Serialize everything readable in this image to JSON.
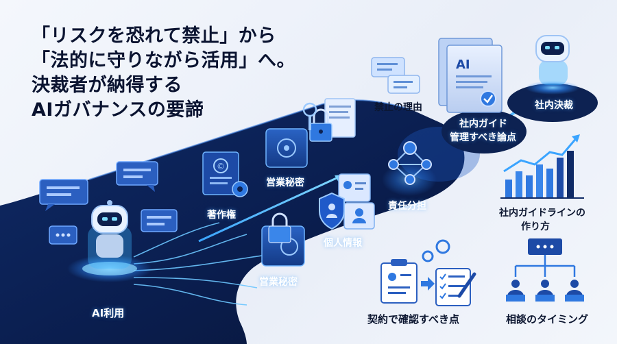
{
  "headline": {
    "line1": "「リスクを恐れて禁止」から",
    "line2": "「法的に守りながら活用」へ。",
    "line3": "決裁者が納得する",
    "line4": "AIガバナンスの要諦"
  },
  "flow": {
    "start": "AI利用",
    "copyright": "著作権",
    "trade_secret_top": "営業秘密",
    "trade_secret_bottom": "営業秘密",
    "personal_info": "個人情報",
    "responsibility": "責任分担",
    "ban_reason": "禁止の理由",
    "guide_points_1": "社内ガイド",
    "guide_points_2": "管理すべき論点",
    "approval": "社内決裁"
  },
  "cards": {
    "guideline_1": "社内ガイドラインの",
    "guideline_2": "作り方",
    "contract": "契約で確認すべき点",
    "consult": "相談のタイミング"
  },
  "icons": {
    "doc_mark": "AI",
    "robot": "robot-icon",
    "chat": "chat-bubble-icon",
    "safe": "safe-icon",
    "lock": "padlock-icon",
    "shield": "shield-user-icon",
    "network": "network-icon",
    "chart": "growth-chart-icon",
    "checklist": "checklist-icon",
    "org": "org-chart-icon"
  },
  "colors": {
    "navy": "#0d2252",
    "accent": "#2f8cff",
    "glow": "#58b8ff",
    "text": "#0a1330"
  }
}
